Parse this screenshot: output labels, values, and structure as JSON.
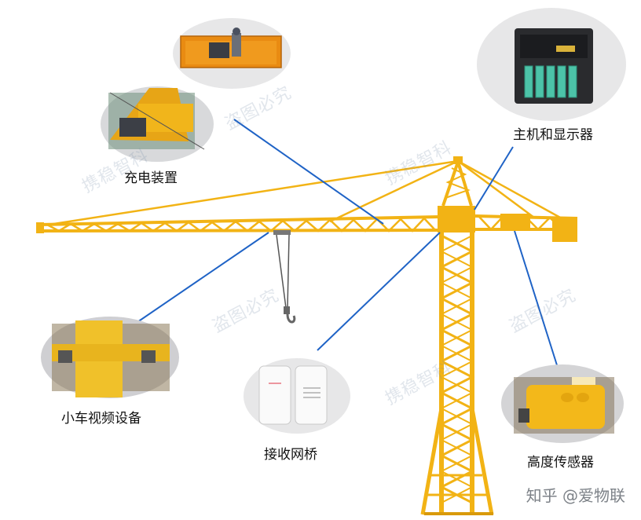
{
  "labels": {
    "charging": "充电装置",
    "host": "主机和显示器",
    "trolley_video": "小车视频设备",
    "bridge": "接收网桥",
    "height_sensor": "高度传感器"
  },
  "watermarks": [
    "携稳智科",
    "盗图必究"
  ],
  "credit": "知乎 @爱物联",
  "colors": {
    "crane": "#f2b315",
    "crane_dark": "#d99a0b",
    "leader": "#1f63c6",
    "badge_bg": "#e7e7e8"
  }
}
